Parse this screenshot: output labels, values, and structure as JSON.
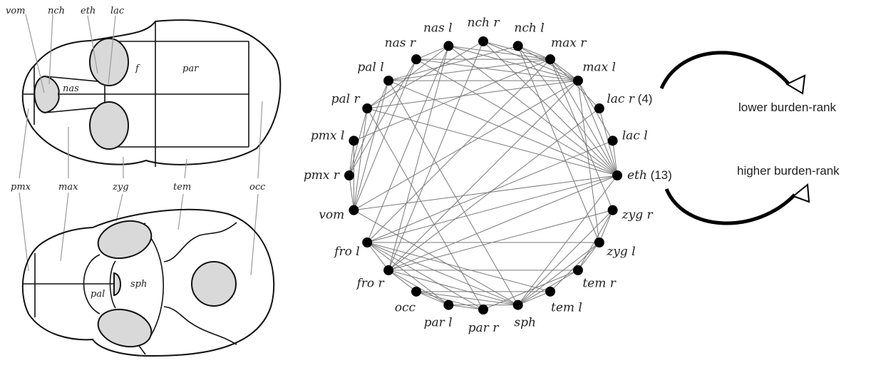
{
  "skull_diagram": {
    "top_labels": [
      "vom",
      "nch",
      "eth",
      "lac"
    ],
    "inner_labels": {
      "f": "f",
      "par": "par",
      "nas": "nas",
      "pal": "pal",
      "sph": "sph"
    },
    "middle_labels": [
      "pmx",
      "max",
      "zyg",
      "tem",
      "occ"
    ]
  },
  "network": {
    "nodes": [
      {
        "id": "nas l",
        "label": "nas l"
      },
      {
        "id": "nch r",
        "label": "nch r"
      },
      {
        "id": "nch l",
        "label": "nch l"
      },
      {
        "id": "max r",
        "label": "max r"
      },
      {
        "id": "max l",
        "label": "max l"
      },
      {
        "id": "lac r",
        "label": "lac r",
        "note": "(4)"
      },
      {
        "id": "lac l",
        "label": "lac l"
      },
      {
        "id": "eth",
        "label": "eth",
        "note": "(13)"
      },
      {
        "id": "zyg r",
        "label": "zyg r"
      },
      {
        "id": "zyg l",
        "label": "zyg l"
      },
      {
        "id": "tem r",
        "label": "tem r"
      },
      {
        "id": "tem l",
        "label": "tem l"
      },
      {
        "id": "sph",
        "label": "sph"
      },
      {
        "id": "par r",
        "label": "par r"
      },
      {
        "id": "par l",
        "label": "par l"
      },
      {
        "id": "occ",
        "label": "occ"
      },
      {
        "id": "fro r",
        "label": "fro r"
      },
      {
        "id": "fro l",
        "label": "fro l"
      },
      {
        "id": "vom",
        "label": "vom"
      },
      {
        "id": "pmx r",
        "label": "pmx r"
      },
      {
        "id": "pmx l",
        "label": "pmx l"
      },
      {
        "id": "pal r",
        "label": "pal r"
      },
      {
        "id": "pal l",
        "label": "pal l"
      },
      {
        "id": "nas r",
        "label": "nas r"
      }
    ],
    "edges": [
      [
        "nas r",
        "max l"
      ],
      [
        "nas r",
        "max r"
      ],
      [
        "nas r",
        "pmx r"
      ],
      [
        "nas r",
        "vom"
      ],
      [
        "nas r",
        "nas l"
      ],
      [
        "nas r",
        "eth"
      ],
      [
        "nas l",
        "pal r"
      ],
      [
        "nas l",
        "max l"
      ],
      [
        "nas l",
        "eth"
      ],
      [
        "nas l",
        "fro l"
      ],
      [
        "nas l",
        "fro r"
      ],
      [
        "nas l",
        "max r"
      ],
      [
        "nch r",
        "pal r"
      ],
      [
        "nch r",
        "max r"
      ],
      [
        "nch r",
        "eth"
      ],
      [
        "nch r",
        "max l"
      ],
      [
        "nch r",
        "fro r"
      ],
      [
        "nch l",
        "pal l"
      ],
      [
        "nch l",
        "max r"
      ],
      [
        "nch l",
        "max l"
      ],
      [
        "nch l",
        "eth"
      ],
      [
        "nch l",
        "zyg l"
      ],
      [
        "max r",
        "pal l"
      ],
      [
        "max r",
        "pmx l"
      ],
      [
        "max r",
        "fro l"
      ],
      [
        "max r",
        "lac r"
      ],
      [
        "max r",
        "eth"
      ],
      [
        "max r",
        "zyg r"
      ],
      [
        "max r",
        "max l"
      ],
      [
        "max l",
        "pal l"
      ],
      [
        "max l",
        "pal r"
      ],
      [
        "max l",
        "vom"
      ],
      [
        "max l",
        "fro r"
      ],
      [
        "max l",
        "lac l"
      ],
      [
        "max l",
        "eth"
      ],
      [
        "max l",
        "zyg l"
      ],
      [
        "lac r",
        "fro r"
      ],
      [
        "lac r",
        "eth"
      ],
      [
        "lac l",
        "eth"
      ],
      [
        "lac l",
        "fro l"
      ],
      [
        "eth",
        "pal r"
      ],
      [
        "eth",
        "pal l"
      ],
      [
        "eth",
        "vom"
      ],
      [
        "eth",
        "fro l"
      ],
      [
        "eth",
        "fro r"
      ],
      [
        "eth",
        "sph"
      ],
      [
        "pal l",
        "pmx r"
      ],
      [
        "pal l",
        "sph"
      ],
      [
        "pal l",
        "vom"
      ],
      [
        "pal r",
        "vom"
      ],
      [
        "pal r",
        "par r"
      ],
      [
        "pal r",
        "pmx r"
      ],
      [
        "pmx l",
        "pmx r"
      ],
      [
        "pmx l",
        "vom"
      ],
      [
        "pmx r",
        "vom"
      ],
      [
        "vom",
        "sph"
      ],
      [
        "fro l",
        "zyg l"
      ],
      [
        "fro l",
        "sph"
      ],
      [
        "fro l",
        "par l"
      ],
      [
        "fro l",
        "par r"
      ],
      [
        "fro l",
        "tem l"
      ],
      [
        "fro l",
        "fro r"
      ],
      [
        "fro r",
        "zyg r"
      ],
      [
        "fro r",
        "tem r"
      ],
      [
        "fro r",
        "sph"
      ],
      [
        "fro r",
        "par l"
      ],
      [
        "fro r",
        "occ"
      ],
      [
        "occ",
        "tem l"
      ],
      [
        "occ",
        "par l"
      ],
      [
        "occ",
        "par r"
      ],
      [
        "occ",
        "sph"
      ],
      [
        "par l",
        "par r"
      ],
      [
        "par l",
        "sph"
      ],
      [
        "par r",
        "tem r"
      ],
      [
        "sph",
        "tem l"
      ],
      [
        "sph",
        "tem r"
      ],
      [
        "sph",
        "zyg l"
      ],
      [
        "sph",
        "zyg r"
      ],
      [
        "tem r",
        "zyg l"
      ],
      [
        "tem l",
        "zyg l"
      ],
      [
        "tem r",
        "zyg r"
      ],
      [
        "zyg r",
        "zyg l"
      ]
    ]
  },
  "arrows": {
    "upper_label": "lower burden-rank",
    "lower_label": "higher burden-rank"
  }
}
